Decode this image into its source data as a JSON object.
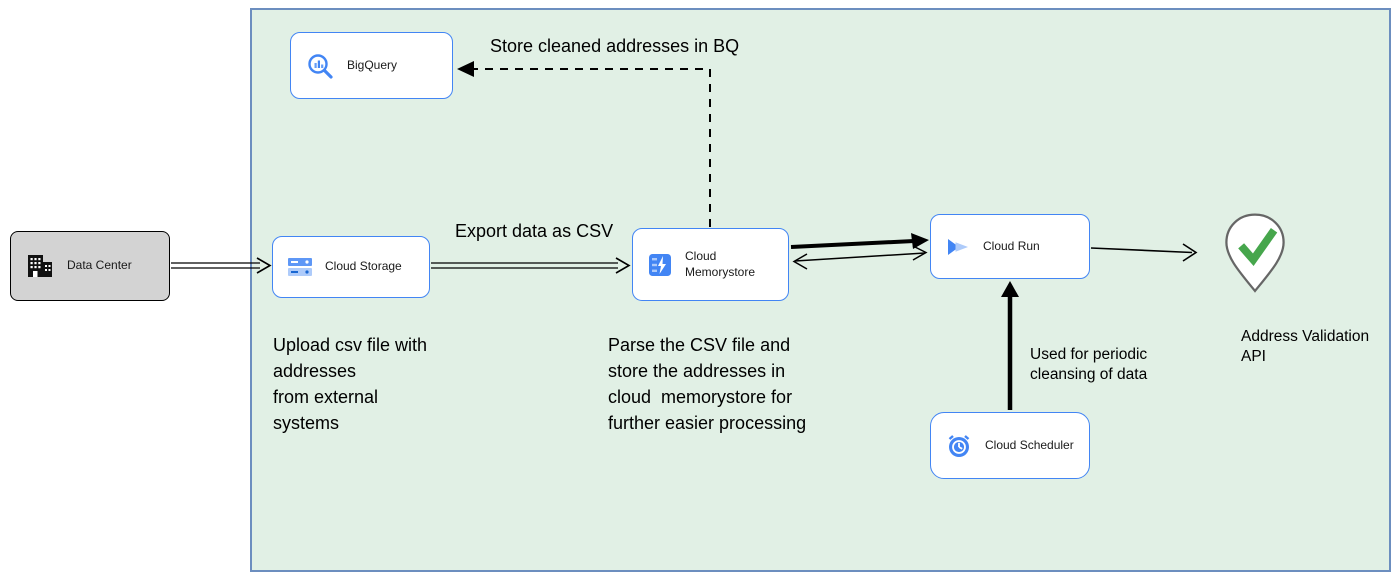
{
  "diagram": {
    "nodes": {
      "data_center": {
        "label": "Data Center"
      },
      "bigquery": {
        "label": "BigQuery"
      },
      "cloud_storage": {
        "label": "Cloud Storage"
      },
      "cloud_memorystore": {
        "label": "Cloud\nMemorystore"
      },
      "cloud_run": {
        "label": "Cloud Run"
      },
      "cloud_scheduler": {
        "label": "Cloud Scheduler"
      },
      "address_validation": {
        "label": "Address Validation\nAPI"
      }
    },
    "edge_labels": {
      "store_bq": "Store cleaned addresses in BQ",
      "export_csv": "Export data as CSV",
      "periodic": "Used for periodic\ncleansing of data"
    },
    "annotations": {
      "upload_note": "Upload csv file with\naddresses\nfrom external\nsystems",
      "parse_note": "Parse the CSV file and\nstore the addresses in\ncloud  memorystore for\nfurther easier processing"
    },
    "colors": {
      "container_fill": "#e1f0e5",
      "container_border": "#6c8ebf",
      "node_border": "#4285f4",
      "datacenter_fill": "#d3d3d3",
      "edge_color": "#000000",
      "icon_blue": "#4285f4",
      "icon_blue_light": "#aecbfa",
      "check_green": "#46a64c",
      "pin_outline": "#666666"
    }
  }
}
